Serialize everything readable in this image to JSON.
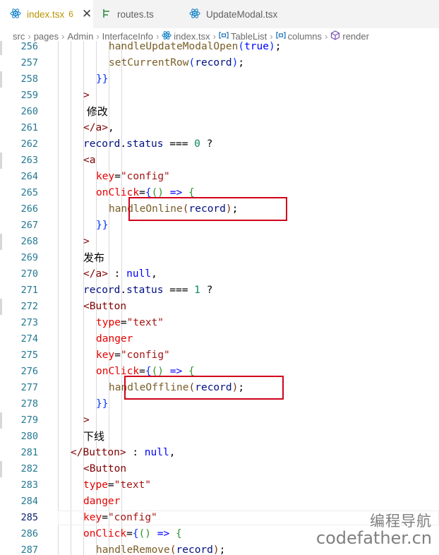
{
  "tabs": [
    {
      "label": "index.tsx",
      "count": "6",
      "icon": "react-icon",
      "active": true,
      "modified": true
    },
    {
      "label": "routes.ts",
      "icon": "routes-icon",
      "active": false
    },
    {
      "label": "UpdateModal.tsx",
      "icon": "react-icon",
      "active": false
    }
  ],
  "breadcrumb": [
    {
      "label": "src",
      "icon": ""
    },
    {
      "label": "pages",
      "icon": ""
    },
    {
      "label": "Admin",
      "icon": ""
    },
    {
      "label": "InterfaceInfo",
      "icon": ""
    },
    {
      "label": "index.tsx",
      "icon": "react-icon"
    },
    {
      "label": "TableList",
      "icon": "variable-icon"
    },
    {
      "label": "columns",
      "icon": "variable-icon"
    },
    {
      "label": "render",
      "icon": "method-icon"
    }
  ],
  "current_line": 285,
  "colors": {
    "accent": "#0b216f",
    "highlight_box": "#d0021b",
    "modified_tab": "#b89500"
  },
  "lines": [
    {
      "n": 256,
      "indent": 4,
      "tokens": [
        [
          "handleUpdateModalOpen",
          "fn"
        ],
        [
          "(",
          "b1"
        ],
        [
          "true",
          "kw"
        ],
        [
          ")",
          "b1"
        ],
        [
          ";",
          "p"
        ]
      ]
    },
    {
      "n": 257,
      "indent": 4,
      "tokens": [
        [
          "setCurrentRow",
          "fn"
        ],
        [
          "(",
          "b1"
        ],
        [
          "record",
          "var"
        ],
        [
          ")",
          "b1"
        ],
        [
          ";",
          "p"
        ]
      ]
    },
    {
      "n": 258,
      "indent": 3,
      "tokens": [
        [
          "}}",
          "b1"
        ]
      ]
    },
    {
      "n": 259,
      "indent": 2,
      "tokens": [
        [
          ">",
          "tag"
        ]
      ]
    },
    {
      "n": 260,
      "indent": 2,
      "tokens": [
        [
          " 修改",
          "txt"
        ]
      ]
    },
    {
      "n": 261,
      "indent": 2,
      "tokens": [
        [
          "</",
          "tag"
        ],
        [
          "a",
          "tag"
        ],
        [
          ">",
          "tag"
        ],
        [
          ",",
          "p"
        ]
      ]
    },
    {
      "n": 262,
      "indent": 2,
      "tokens": [
        [
          "record",
          "var"
        ],
        [
          ".",
          "p"
        ],
        [
          "status",
          "var"
        ],
        [
          " === ",
          "p"
        ],
        [
          "0",
          "num"
        ],
        [
          " ?",
          "p"
        ]
      ]
    },
    {
      "n": 263,
      "indent": 2,
      "tokens": [
        [
          "<",
          "tag"
        ],
        [
          "a",
          "tag"
        ]
      ]
    },
    {
      "n": 264,
      "indent": 3,
      "tokens": [
        [
          "key",
          "attr"
        ],
        [
          "=",
          "p"
        ],
        [
          "\"config\"",
          "str"
        ]
      ]
    },
    {
      "n": 265,
      "indent": 3,
      "tokens": [
        [
          "onClick",
          "attr"
        ],
        [
          "=",
          "p"
        ],
        [
          "{",
          "b1"
        ],
        [
          "()",
          "b2"
        ],
        [
          " ",
          "p"
        ],
        [
          "=>",
          "kw"
        ],
        [
          " {",
          "b2"
        ]
      ]
    },
    {
      "n": 266,
      "indent": 4,
      "tokens": [
        [
          "handleOnline",
          "fn"
        ],
        [
          "(",
          "b3"
        ],
        [
          "record",
          "var"
        ],
        [
          ")",
          "b3"
        ],
        [
          ";",
          "p"
        ]
      ]
    },
    {
      "n": 267,
      "indent": 3,
      "tokens": [
        [
          "}}",
          "b1"
        ]
      ]
    },
    {
      "n": 268,
      "indent": 2,
      "tokens": [
        [
          ">",
          "tag"
        ]
      ]
    },
    {
      "n": 269,
      "indent": 2,
      "tokens": [
        [
          "发布",
          "txt"
        ]
      ]
    },
    {
      "n": 270,
      "indent": 2,
      "tokens": [
        [
          "</",
          "tag"
        ],
        [
          "a",
          "tag"
        ],
        [
          ">",
          "tag"
        ],
        [
          " : ",
          "p"
        ],
        [
          "null",
          "kw"
        ],
        [
          ",",
          "p"
        ]
      ]
    },
    {
      "n": 271,
      "indent": 2,
      "tokens": [
        [
          "record",
          "var"
        ],
        [
          ".",
          "p"
        ],
        [
          "status",
          "var"
        ],
        [
          " === ",
          "p"
        ],
        [
          "1",
          "num"
        ],
        [
          " ?",
          "p"
        ]
      ]
    },
    {
      "n": 272,
      "indent": 2,
      "tokens": [
        [
          "<",
          "tag"
        ],
        [
          "Button",
          "tag"
        ]
      ]
    },
    {
      "n": 273,
      "indent": 3,
      "tokens": [
        [
          "type",
          "attr"
        ],
        [
          "=",
          "p"
        ],
        [
          "\"text\"",
          "str"
        ]
      ]
    },
    {
      "n": 274,
      "indent": 3,
      "tokens": [
        [
          "danger",
          "attr"
        ]
      ]
    },
    {
      "n": 275,
      "indent": 3,
      "tokens": [
        [
          "key",
          "attr"
        ],
        [
          "=",
          "p"
        ],
        [
          "\"config\"",
          "str"
        ]
      ]
    },
    {
      "n": 276,
      "indent": 3,
      "tokens": [
        [
          "onClick",
          "attr"
        ],
        [
          "=",
          "p"
        ],
        [
          "{",
          "b1"
        ],
        [
          "()",
          "b2"
        ],
        [
          " ",
          "p"
        ],
        [
          "=>",
          "kw"
        ],
        [
          " {",
          "b2"
        ]
      ]
    },
    {
      "n": 277,
      "indent": 4,
      "tokens": [
        [
          "handleOffline",
          "fn"
        ],
        [
          "(",
          "b3"
        ],
        [
          "record",
          "var"
        ],
        [
          ")",
          "b3"
        ],
        [
          ";",
          "p"
        ]
      ]
    },
    {
      "n": 278,
      "indent": 3,
      "tokens": [
        [
          "}}",
          "b1"
        ]
      ]
    },
    {
      "n": 279,
      "indent": 2,
      "tokens": [
        [
          ">",
          "tag"
        ]
      ]
    },
    {
      "n": 280,
      "indent": 2,
      "tokens": [
        [
          "下线",
          "txt"
        ]
      ]
    },
    {
      "n": 281,
      "indent": 1,
      "tokens": [
        [
          "</",
          "tag"
        ],
        [
          "Button",
          "tag"
        ],
        [
          ">",
          "tag"
        ],
        [
          " : ",
          "p"
        ],
        [
          "null",
          "kw"
        ],
        [
          ",",
          "p"
        ]
      ]
    },
    {
      "n": 282,
      "indent": 2,
      "tokens": [
        [
          "<",
          "tag"
        ],
        [
          "Button",
          "tag"
        ]
      ]
    },
    {
      "n": 283,
      "indent": 2,
      "tokens": [
        [
          "type",
          "attr"
        ],
        [
          "=",
          "p"
        ],
        [
          "\"text\"",
          "str"
        ]
      ]
    },
    {
      "n": 284,
      "indent": 2,
      "tokens": [
        [
          "danger",
          "attr"
        ]
      ]
    },
    {
      "n": 285,
      "indent": 2,
      "tokens": [
        [
          "key",
          "attr"
        ],
        [
          "=",
          "p"
        ],
        [
          "\"config\"",
          "str"
        ]
      ]
    },
    {
      "n": 286,
      "indent": 2,
      "tokens": [
        [
          "onClick",
          "attr"
        ],
        [
          "=",
          "p"
        ],
        [
          "{",
          "b1"
        ],
        [
          "()",
          "b2"
        ],
        [
          " ",
          "p"
        ],
        [
          "=>",
          "kw"
        ],
        [
          " {",
          "b2"
        ]
      ]
    },
    {
      "n": 287,
      "indent": 3,
      "tokens": [
        [
          "handleRemove",
          "fn"
        ],
        [
          "(",
          "b3"
        ],
        [
          "record",
          "var"
        ],
        [
          ")",
          "b3"
        ],
        [
          ";",
          "p"
        ]
      ]
    }
  ],
  "highlighted_lines": [
    266,
    277
  ],
  "watermark": {
    "line1": "编程导航",
    "line2": "codefather.cn"
  }
}
